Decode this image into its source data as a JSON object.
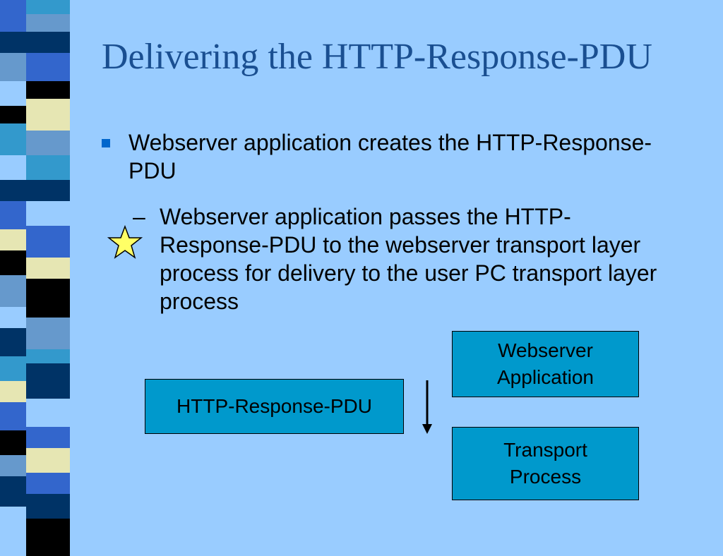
{
  "slide": {
    "title": "Delivering the HTTP-Response-PDU",
    "bullet_1": "Webserver application creates the HTTP-Response-PDU",
    "bullet_2_marker": "–",
    "bullet_2": "Webserver application passes the HTTP-Response-PDU to the webserver transport layer process for delivery to the user PC transport layer process"
  },
  "diagram": {
    "pdu_box": "HTTP-Response-PDU",
    "app_box_line1": "Webserver",
    "app_box_line2": "Application",
    "transport_box_line1": "Transport",
    "transport_box_line2": "Process"
  },
  "colors": {
    "background": "#99ccff",
    "title": "#1a4f91",
    "bullet_marker": "#0066cc",
    "box_fill": "#0099cc",
    "star_fill": "#ffff66"
  },
  "icons": {
    "star": "star-icon",
    "arrow": "arrow-down-icon"
  }
}
